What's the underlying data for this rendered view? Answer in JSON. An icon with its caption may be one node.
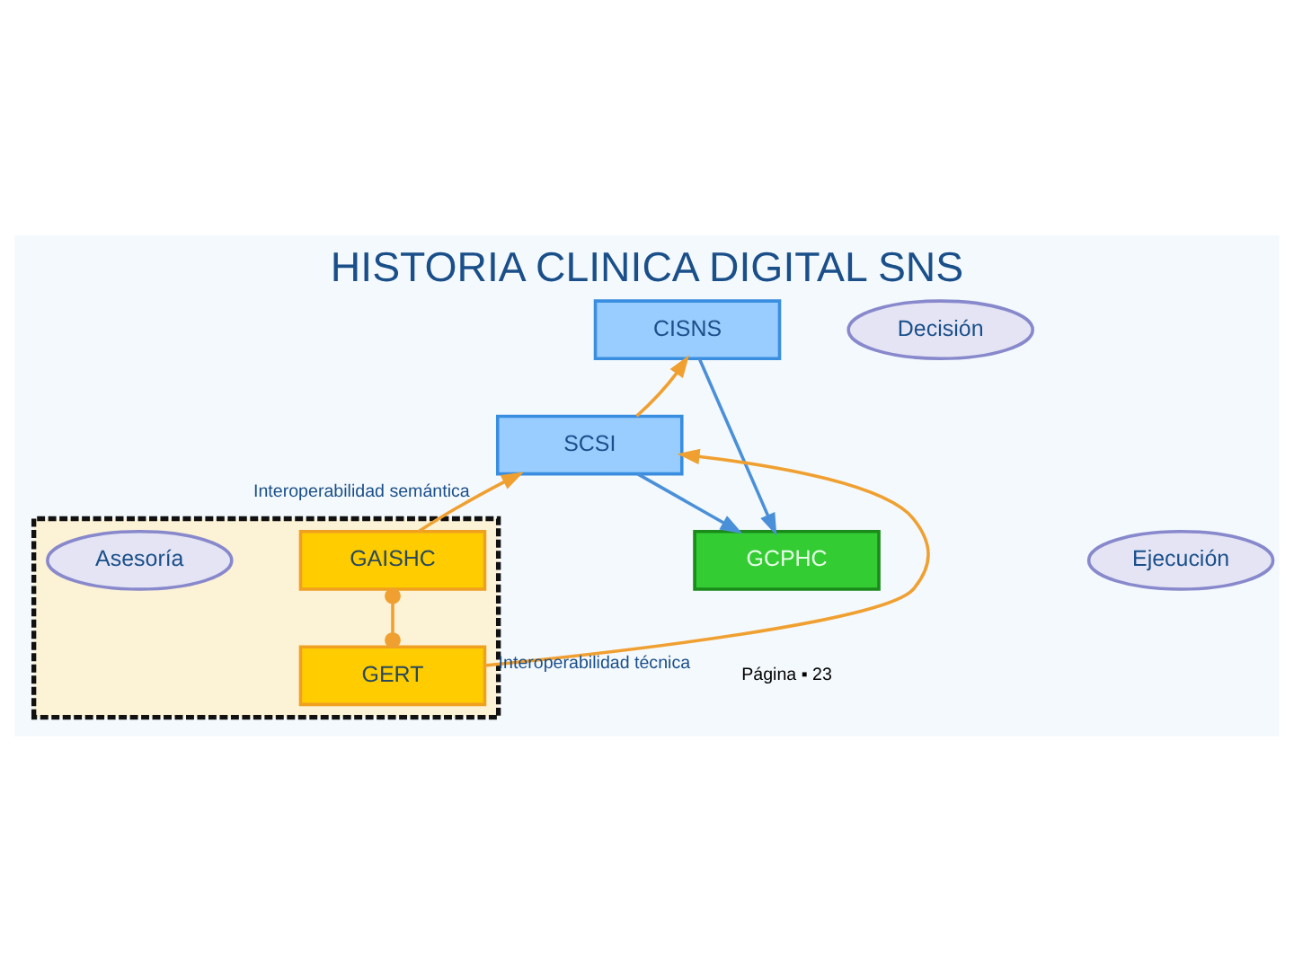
{
  "diagram": {
    "title": "HISTORIA CLINICA DIGITAL SNS",
    "nodes": [
      {
        "text": [
          "CISNS"
        ]
      },
      {
        "text": [
          "Decisión"
        ]
      },
      {
        "text": [
          "SCSI"
        ]
      },
      {
        "text": [],
        "shape": "band"
      },
      {
        "text": [
          "GAISHC"
        ],
        "in": 3
      },
      {
        "text": [
          "Asesoría"
        ],
        "in": 3
      },
      {
        "text": [
          "GERT"
        ],
        "in": 3
      },
      {
        "text": [
          "GCPHC"
        ]
      },
      {
        "text": [
          "Ejecución"
        ]
      }
    ],
    "edges": [
      {
        "from": 2,
        "to": 0,
        "arrow": "to"
      },
      {
        "from": 4,
        "to": 2,
        "label": "Interoperabilidad semántica",
        "arrow": "to"
      },
      {
        "from": 6,
        "to": 2,
        "label": "Interoperabilidad técnica",
        "arrow": "to"
      },
      {
        "from": 4,
        "to": 6,
        "arrow": "other"
      },
      {
        "from": 0,
        "to": 7,
        "arrow": "to",
        "color": "#4a90d9"
      },
      {
        "from": 2,
        "to": 7,
        "arrow": "to",
        "color": "#4a90d9"
      }
    ],
    "labels": [
      "Página ▪ 23"
    ]
  }
}
